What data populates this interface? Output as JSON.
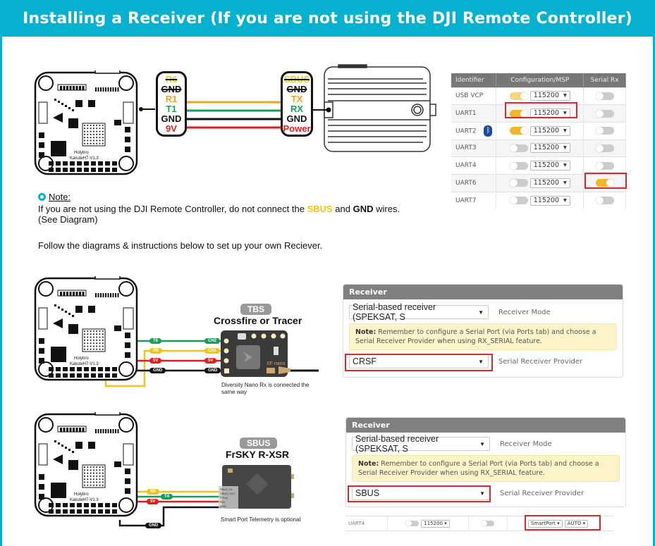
{
  "header": {
    "title": "Installing a Receiver  (If you are not using the DJI Remote Controller)"
  },
  "colors": {
    "accent": "#06b1d0",
    "wire_yellow": "#f0c419",
    "wire_orange": "#eba51c",
    "wire_green": "#1a9c5b",
    "wire_red": "#e21d1d",
    "wire_black": "#111111",
    "highlight": "#d8282c",
    "toggle_on": "#f2b62a"
  },
  "diagram1": {
    "fc_pins": [
      {
        "label": "R6",
        "color": "yellow",
        "struck": true
      },
      {
        "label": "GND",
        "color": "black",
        "struck": true
      },
      {
        "label": "R1",
        "color": "orange",
        "struck": false
      },
      {
        "label": "T1",
        "color": "green",
        "struck": false
      },
      {
        "label": "GND",
        "color": "black",
        "struck": false
      },
      {
        "label": "9V",
        "color": "red",
        "struck": false
      }
    ],
    "air_unit_pins": [
      {
        "label": "SBUS",
        "color": "yellow",
        "struck": true
      },
      {
        "label": "GND",
        "color": "black",
        "struck": true
      },
      {
        "label": "TX",
        "color": "orange",
        "struck": false
      },
      {
        "label": "RX",
        "color": "green",
        "struck": false
      },
      {
        "label": "GND",
        "color": "black",
        "struck": false
      },
      {
        "label": "Power",
        "color": "red",
        "struck": false
      }
    ],
    "board_label": "KakuteH7-V1.3"
  },
  "ports_table": {
    "headers": [
      "Identifier",
      "Configuration/MSP",
      "Serial Rx"
    ],
    "rows": [
      {
        "id": "USB VCP",
        "msp": "on-light",
        "baud": "115200",
        "serial_rx": false,
        "bluetooth": false
      },
      {
        "id": "UART1",
        "msp": "on",
        "baud": "115200",
        "serial_rx": false,
        "bluetooth": false,
        "highlight": "msp"
      },
      {
        "id": "UART2",
        "msp": "on",
        "baud": "115200",
        "serial_rx": false,
        "bluetooth": true
      },
      {
        "id": "UART3",
        "msp": "off",
        "baud": "115200",
        "serial_rx": false,
        "bluetooth": false
      },
      {
        "id": "UART4",
        "msp": "off",
        "baud": "115200",
        "serial_rx": false,
        "bluetooth": false
      },
      {
        "id": "UART6",
        "msp": "off",
        "baud": "115200",
        "serial_rx": true,
        "bluetooth": false,
        "highlight": "serial_rx"
      },
      {
        "id": "UART7",
        "msp": "off",
        "baud": "115200",
        "serial_rx": false,
        "bluetooth": false
      }
    ]
  },
  "note": {
    "title": "Note:",
    "line1_pre": "If you are not using the DJI Remote Controller, do not connect the ",
    "sbus": "SBUS",
    "line1_mid": " and ",
    "gnd": "GND",
    "line1_post": " wires.",
    "line2": "(See Diagram)",
    "follow": "Follow the diagrams & instructions below to set up your own Reciever."
  },
  "tbs": {
    "tag": "TBS",
    "title": "Crossfire or Tracer",
    "fc_labels": [
      "T6",
      "R6",
      "5V",
      "GND"
    ],
    "rx_labels": [
      "CH2",
      "CH1",
      "5V",
      "GND"
    ],
    "module_label": "XF nano",
    "caption": "Diversity Nano Rx is connected the same way",
    "panel": {
      "title": "Receiver",
      "mode_value": "Serial-based receiver (SPEKSAT, S",
      "mode_label": "Receiver Mode",
      "note_bold": "Note:",
      "note_text": " Remember to configure a Serial Port (via Ports tab) and choose a Serial Receiver Provider when using RX_SERIAL feature.",
      "provider_value": "CRSF",
      "provider_label": "Serial Receiver Provider"
    }
  },
  "frsky": {
    "tag": "SBUS",
    "title": "FrSKY R-XSR",
    "fc_labels": [
      "R6",
      "T4",
      "5V",
      "GND"
    ],
    "rx_pins": [
      "SBUS_IN",
      "SBUS_OUT",
      "S.Port",
      "+5V",
      "GND"
    ],
    "caption": "Smart Port Telemetry is optional",
    "panel": {
      "title": "Receiver",
      "mode_value": "Serial-based receiver (SPEKSAT, S",
      "mode_label": "Receiver Mode",
      "note_bold": "Note:",
      "note_text": " Remember to configure a Serial Port (via Ports tab) and choose a Serial Receiver Provider when using RX_SERIAL feature.",
      "provider_value": "SBUS",
      "provider_label": "Serial Receiver Provider"
    },
    "uart4_row": {
      "id": "UART4",
      "baud": "115200",
      "telemetry": "SmartPort",
      "telemetry_baud": "AUTO"
    }
  }
}
